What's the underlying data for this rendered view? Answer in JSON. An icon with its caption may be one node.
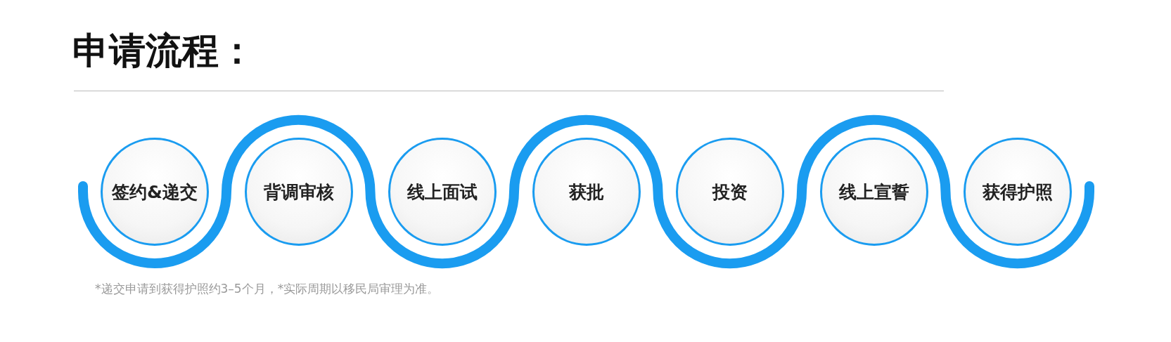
{
  "diagram": {
    "title": "申请流程：",
    "nodes": [
      {
        "text": [
          "签约&递交"
        ]
      },
      {
        "text": [
          "背调审核"
        ]
      },
      {
        "text": [
          "线上面试"
        ]
      },
      {
        "text": [
          "获批"
        ]
      },
      {
        "text": [
          "投资"
        ]
      },
      {
        "text": [
          "线上宣誓"
        ]
      },
      {
        "text": [
          "获得护照"
        ]
      }
    ],
    "labels": [
      "*递交申请到获得护照约3–5个月，*实际周期以移民局审理为准。"
    ]
  }
}
